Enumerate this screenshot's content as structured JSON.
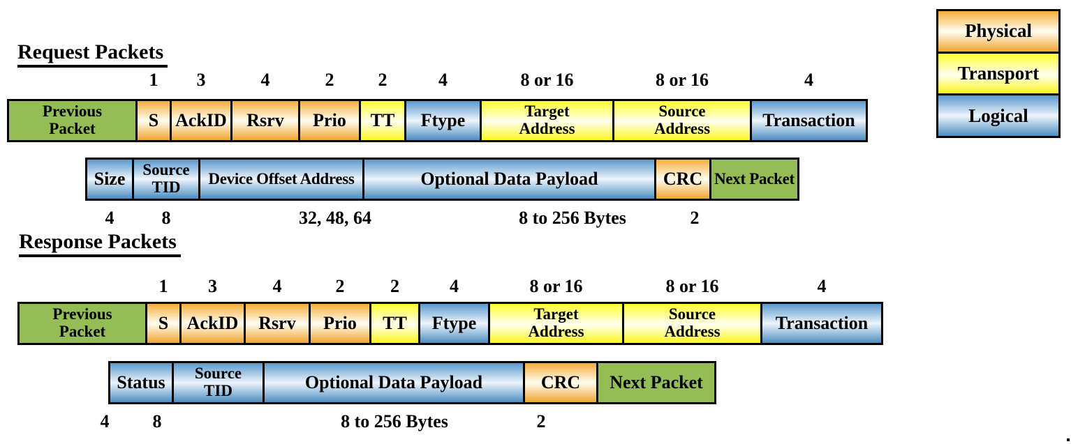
{
  "legend": {
    "items": [
      {
        "label": "Physical"
      },
      {
        "label": "Transport"
      },
      {
        "label": "Logical"
      }
    ]
  },
  "colors": {
    "physical_orange": "#F6AE39",
    "transport_yellow": "#FFFF2E",
    "logical_blue": "#5A98CC",
    "adjacent_packet_green": "#94BE55",
    "border_black": "#000000"
  },
  "request": {
    "title": "Request Packets",
    "bits_above": [
      "1",
      "3",
      "4",
      "2",
      "2",
      "4",
      "8 or 16",
      "8 or 16",
      "4"
    ],
    "row1": [
      {
        "label": "Previous\nPacket",
        "layer": "adjacent-packet"
      },
      {
        "label": "S",
        "layer": "physical"
      },
      {
        "label": "AckID",
        "layer": "physical"
      },
      {
        "label": "Rsrv",
        "layer": "physical"
      },
      {
        "label": "Prio",
        "layer": "physical"
      },
      {
        "label": "TT",
        "layer": "transport"
      },
      {
        "label": "Ftype",
        "layer": "logical"
      },
      {
        "label": "Target\nAddress",
        "layer": "transport"
      },
      {
        "label": "Source\nAddress",
        "layer": "transport"
      },
      {
        "label": "Transaction",
        "layer": "logical"
      }
    ],
    "row2": [
      {
        "label": "Size",
        "layer": "logical"
      },
      {
        "label": "Source\nTID",
        "layer": "logical"
      },
      {
        "label": "Device Offset Address",
        "layer": "logical"
      },
      {
        "label": "Optional Data Payload",
        "layer": "logical"
      },
      {
        "label": "CRC",
        "layer": "physical"
      },
      {
        "label": "Next Packet",
        "layer": "adjacent-packet"
      }
    ],
    "bits_below": [
      "4",
      "8",
      "32, 48, 64",
      "8 to 256 Bytes",
      "2"
    ]
  },
  "response": {
    "title": "Response Packets",
    "bits_above": [
      "1",
      "3",
      "4",
      "2",
      "2",
      "4",
      "8 or 16",
      "8 or 16",
      "4"
    ],
    "row1": [
      {
        "label": "Previous\nPacket",
        "layer": "adjacent-packet"
      },
      {
        "label": "S",
        "layer": "physical"
      },
      {
        "label": "AckID",
        "layer": "physical"
      },
      {
        "label": "Rsrv",
        "layer": "physical"
      },
      {
        "label": "Prio",
        "layer": "physical"
      },
      {
        "label": "TT",
        "layer": "transport"
      },
      {
        "label": "Ftype",
        "layer": "logical"
      },
      {
        "label": "Target\nAddress",
        "layer": "transport"
      },
      {
        "label": "Source\nAddress",
        "layer": "transport"
      },
      {
        "label": "Transaction",
        "layer": "logical"
      }
    ],
    "row2": [
      {
        "label": "Status",
        "layer": "logical"
      },
      {
        "label": "Source\nTID",
        "layer": "logical"
      },
      {
        "label": "Optional Data Payload",
        "layer": "logical"
      },
      {
        "label": "CRC",
        "layer": "physical"
      },
      {
        "label": "Next Packet",
        "layer": "adjacent-packet"
      }
    ],
    "bits_below": [
      "4",
      "8",
      "8 to 256 Bytes",
      "2"
    ]
  }
}
